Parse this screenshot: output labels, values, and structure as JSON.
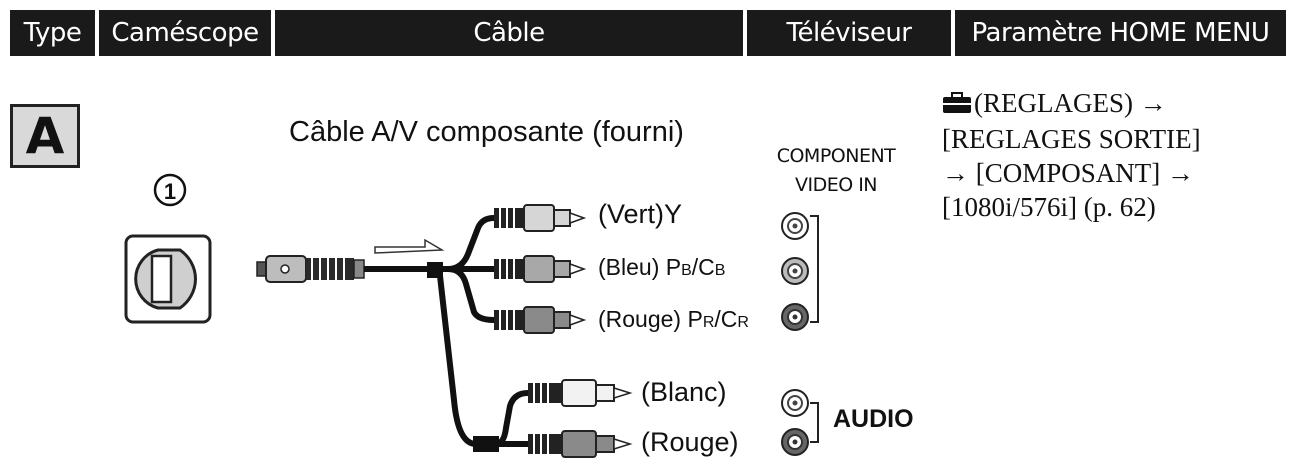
{
  "header": {
    "type": "Type",
    "camcorder": "Caméscope",
    "cable": "Câble",
    "tv": "Téléviseur",
    "home_menu": "Paramètre HOME MENU"
  },
  "row": {
    "type_letter": "A",
    "port_number": "①",
    "cable_name": "Câble A/V composante (fourni)",
    "tv_input_line1": "COMPONENT",
    "tv_input_line2": "VIDEO IN",
    "plugs": {
      "green": "(Vert)Y",
      "blue_prefix": "(Bleu) P",
      "blue_sub1": "B",
      "blue_mid": "/C",
      "blue_sub2": "B",
      "red_prefix": "(Rouge) P",
      "red_sub1": "R",
      "red_mid": "/C",
      "red_sub2": "R",
      "white": "(Blanc)",
      "red_audio": "(Rouge)"
    },
    "audio_label": "AUDIO",
    "home_menu_steps": {
      "line1": "(REGLAGES) →",
      "line2": "[REGLAGES SORTIE]",
      "line3": "→ [COMPOSANT] →",
      "line4": "[1080i/576i] (p. 62)"
    },
    "home_icon": "toolbox-icon"
  }
}
